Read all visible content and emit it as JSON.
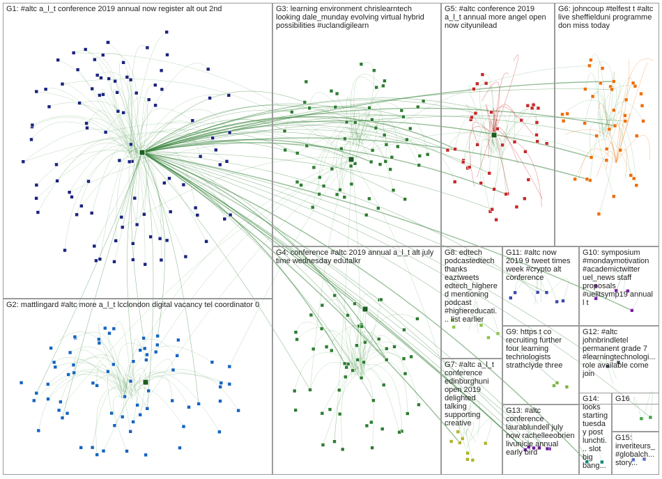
{
  "groups": [
    {
      "id": "G1",
      "label": "G1: #altc a_l_t conference 2019 annual now register alt out 2nd",
      "color": "#1a237e"
    },
    {
      "id": "G2",
      "label": "G2: mattlingard #altc more a_l_t lcclondon digital vacancy tel coordinator 0",
      "color": "#1565c0"
    },
    {
      "id": "G3",
      "label": "G3: learning environment chrislearntech looking dale_munday evolving virtual hybrid possibilities #uclandigilearn",
      "color": "#2e7d32"
    },
    {
      "id": "G4",
      "label": "G4: conference #altc 2019 annual a_l_t alt july time wednesday edutalkr",
      "color": "#2e7d32"
    },
    {
      "id": "G5",
      "label": "G5: #altc conference 2019 a_l_t annual more angel open now cityunilead",
      "color": "#c62828"
    },
    {
      "id": "G6",
      "label": "G6: johncoup #telfest t #altc live sheffielduni programme don miss today",
      "color": "#ef6c00"
    },
    {
      "id": "G7",
      "label": "G7: #altc a_l_t conference edinburghuni open 2019 delighted talking supporting creative",
      "color": "#afb42b"
    },
    {
      "id": "G8",
      "label": "G8: edtech podcastedtech thanks eaztweets edtech_highered mentioning podcast #highereducati... list earlier",
      "color": "#8bc34a"
    },
    {
      "id": "G9",
      "label": "G9: https t co recruiting further four learning technologists strathclyde three",
      "color": "#7cb342"
    },
    {
      "id": "G10",
      "label": "G10: symposium #mondaymotivation #academictwitter uel_news staff proposals #uelltsymp19 annual l t",
      "color": "#7b1fa2"
    },
    {
      "id": "G11",
      "label": "G11: #altc now 2019 9 tweet times week #crypto alt conference",
      "color": "#3949ab"
    },
    {
      "id": "G12",
      "label": "G12: #altc johnbrindletel permanent grade 7 #learningtechnologi... role available come join",
      "color": "#455a64"
    },
    {
      "id": "G13",
      "label": "G13: #altc conference laurablundell july now rachelleeobrien livunicie annual early bird",
      "color": "#6a1b9a"
    },
    {
      "id": "G14",
      "label": "G14: looks starting tuesday post lunchti... slot big bang...",
      "color": "#00897b"
    },
    {
      "id": "G15",
      "label": "G15: inveriteurs_ #globalch... story...",
      "color": "#5c6bc0"
    },
    {
      "id": "G16",
      "label": "G16",
      "color": "#43a047"
    }
  ]
}
